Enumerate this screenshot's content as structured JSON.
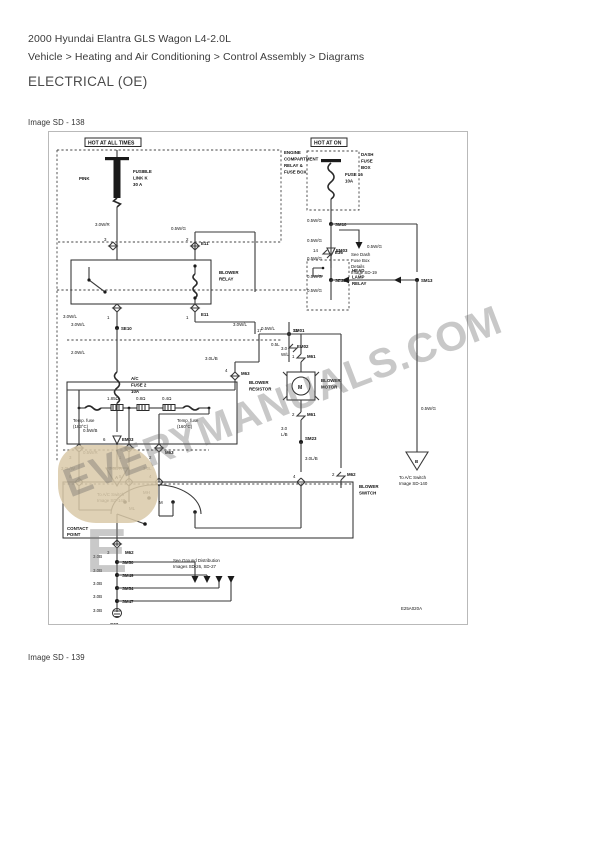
{
  "header": {
    "vehicle": "2000 Hyundai Elantra GLS Wagon L4-2.0L",
    "breadcrumb": "Vehicle > Heating and Air Conditioning > Control Assembly > Diagrams",
    "section_title": "ELECTRICAL (OE)"
  },
  "captions": {
    "top": "Image SD - 138",
    "bottom": "Image SD - 139"
  },
  "watermark": {
    "text": "EVERYMANUALS.COM",
    "letter": "E"
  },
  "diagram": {
    "figure_code": "E25A020A",
    "power_sources": [
      {
        "id": "hot-all-times",
        "label": "HOT AT ALL TIMES"
      },
      {
        "id": "hot-at-on",
        "label": "HOT AT ON"
      }
    ],
    "boxes": [
      {
        "id": "engine-box",
        "label": "ENGINE\nCOMPARTMENT\nRELAY &\nFUSE BOX"
      },
      {
        "id": "dash-box",
        "label": "DASH\nFUSE\nBOX"
      }
    ],
    "fuses": [
      {
        "id": "fusible-link-k",
        "name": "FUSIBLE\nLINK K",
        "rating": "30 A",
        "wire": "PINK"
      },
      {
        "id": "fuse-16",
        "name": "FUSE 16",
        "rating": "10A"
      },
      {
        "id": "ac-fuse-2",
        "name": "A/C\nFUSE 2",
        "rating": "10A"
      }
    ],
    "components": [
      {
        "id": "blower-relay",
        "label": "BLOWER\nRELAY",
        "connector": "E11"
      },
      {
        "id": "head-lamp-relay",
        "label": "HEAD\nLAMP\nRELAY",
        "connector": "E36"
      },
      {
        "id": "blower-resistor",
        "label": "BLOWER\nRESISTOR",
        "connector": "M63"
      },
      {
        "id": "blower-motor",
        "label": "BLOWER\nMOTOR",
        "connector": "M61",
        "symbol": "M"
      },
      {
        "id": "blower-switch",
        "label": "BLOWER\nSWITCH",
        "connector": "M62"
      },
      {
        "id": "contact-point",
        "label": "CONTACT\nPOINT"
      }
    ],
    "temp_fuses": [
      {
        "id": "temp-fuse-1",
        "label": "Temp. fuse\n(183°C)"
      },
      {
        "id": "temp-fuse-2",
        "label": "Temp. fuse\n(160°C)"
      }
    ],
    "resistors": [
      {
        "id": "r1",
        "value": "1.85Ω"
      },
      {
        "id": "r2",
        "value": "0.8Ω"
      },
      {
        "id": "r3",
        "value": "0.4Ω"
      }
    ],
    "notes": [
      {
        "id": "dash-fuse-note",
        "text": "See Dash\nFuse Box\nDetails\nImage SD-19"
      },
      {
        "id": "ground-note",
        "text": "See Ground Distribution\nImages SD-26, SD-27"
      }
    ],
    "connector_refs": [
      {
        "id": "ref-ac-switch-left",
        "text": "To A/C Switch\nImage  SD-140"
      },
      {
        "id": "ref-ac-switch-right",
        "text": "To A/C Switch\nImage  SD-140"
      }
    ],
    "splices": [
      "SM10",
      "SE32",
      "SM13",
      "SE10",
      "EM03",
      "EM03",
      "SM01",
      "SM23",
      "SM50",
      "SM49",
      "SM54",
      "SM47"
    ],
    "ground": {
      "id": "g02",
      "label": "G02"
    },
    "wire_labels": [
      "3.0W/R",
      "0.5W/G",
      "0.5W/G",
      "0.5W/G",
      "0.5W/G",
      "0.5W/G",
      "2.0W/L",
      "3.0W/L",
      "0.5W/B",
      "0.5W/R",
      "0.5W/G",
      "0.5L",
      "3.0L/B",
      "3.0L/W",
      "3.0L/R",
      "3.0L",
      "3.0",
      "W/L",
      "3.0",
      "L/B",
      "3.0B",
      "3.0B",
      "3.0B",
      "3.0B",
      "3.0B",
      "0.5W/G"
    ],
    "pin_numbers": [
      "3",
      "1",
      "2",
      "1",
      "14",
      "6",
      "3",
      "1",
      "2",
      "4",
      "5",
      "6",
      "4",
      "2",
      "17",
      "12",
      "1",
      "2",
      "3"
    ]
  }
}
